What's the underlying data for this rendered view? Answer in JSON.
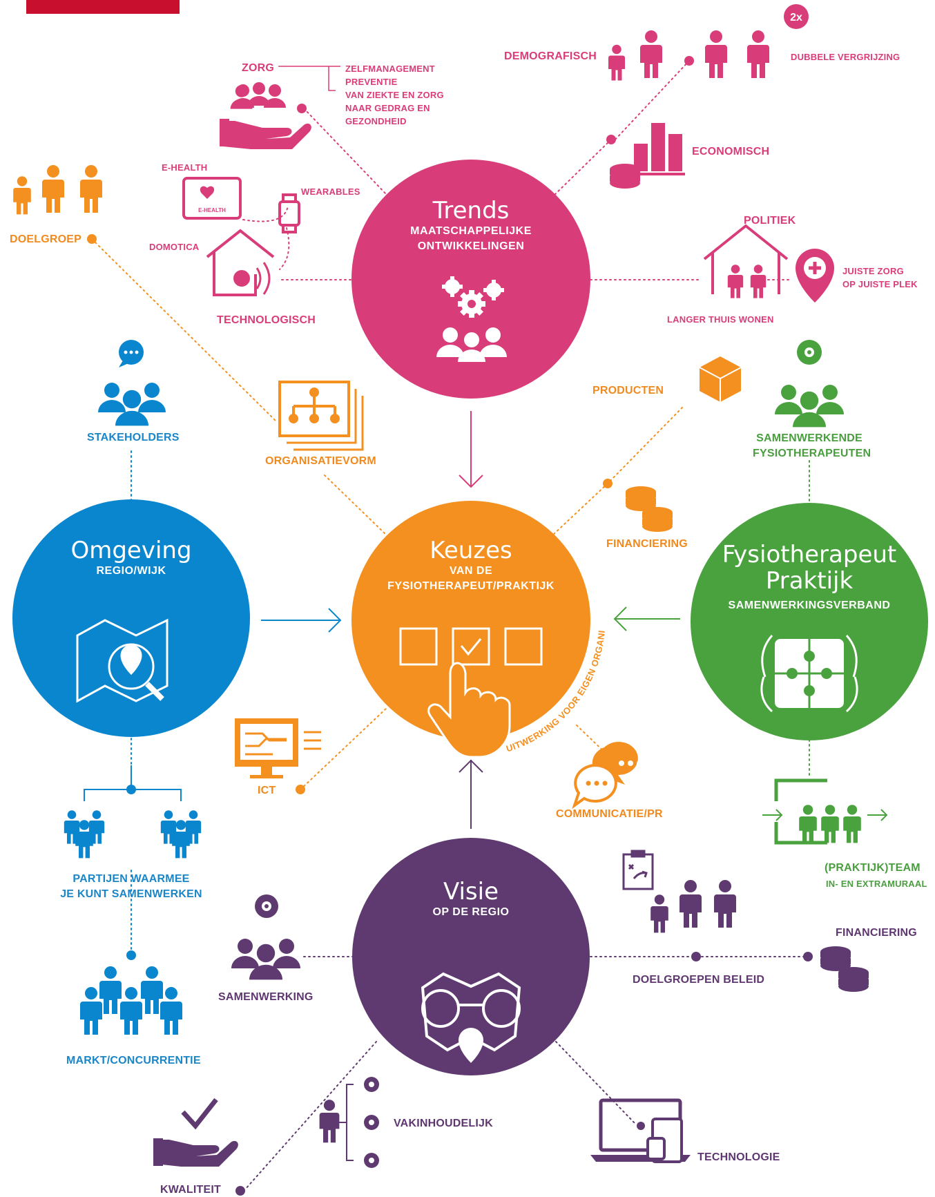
{
  "circles": {
    "trends": {
      "title": "Trends",
      "subtitle": [
        "MAATSCHAPPELIJKE",
        "ONTWIKKELINGEN"
      ],
      "color": "#d93d79"
    },
    "keuzes": {
      "title": "Keuzes",
      "subtitle": [
        "VAN DE",
        "FYSIOTHERAPEUT/PRAKTIJK"
      ],
      "color": "#f39020"
    },
    "omgeving": {
      "title": "Omgeving",
      "subtitle": [
        "REGIO/WIJK"
      ],
      "color": "#0a86cf"
    },
    "fysio": {
      "title": [
        "Fysiotherapeut",
        "Praktijk"
      ],
      "subtitle": [
        "SAMENWERKINGSVERBAND"
      ],
      "color": "#4aa23f"
    },
    "visie": {
      "title": "Visie",
      "subtitle": [
        "OP DE REGIO"
      ],
      "color": "#5f3a70"
    }
  },
  "trends_labels": {
    "zorg": "ZORG",
    "zorg_items": [
      "ZELFMANAGEMENT",
      "PREVENTIE",
      "VAN ZIEKTE EN ZORG",
      "NAAR GEDRAG EN",
      "GEZONDHEID"
    ],
    "demografisch": "DEMOGRAFISCH",
    "dubbele": "DUBBELE VERGRIJZING",
    "badge": "2x",
    "economisch": "ECONOMISCH",
    "ehealth": "E-HEALTH",
    "ehealth_screen": "E-HEALTH",
    "wearables": "WEARABLES",
    "domotica": "DOMOTICA",
    "technologisch": "TECHNOLOGISCH",
    "politiek": "POLITIEK",
    "juiste": [
      "JUISTE ZORG",
      "OP JUISTE PLEK"
    ],
    "langer": "LANGER THUIS WONEN"
  },
  "keuzes_labels": {
    "doelgroep": "DOELGROEP",
    "organisatievorm": "ORGANISATIEVORM",
    "producten": "PRODUCTEN",
    "financiering": "FINANCIERING",
    "ict": "ICT",
    "communicatie": "COMMUNICATIE/PR",
    "uitwerking": "UITWERKING VOOR EIGEN ORGANISATIE"
  },
  "omgeving_labels": {
    "stakeholders": "STAKEHOLDERS",
    "partijen": [
      "PARTIJEN WAARMEE",
      "JE KUNT SAMENWERKEN"
    ],
    "markt": "MARKT/CONCURRENTIE"
  },
  "fysio_labels": {
    "samenwerkende": [
      "SAMENWERKENDE",
      "FYSIOTHERAPEUTEN"
    ],
    "team": "(PRAKTIJK)TEAM",
    "team_sub": "IN- EN EXTRAMURAAL"
  },
  "visie_labels": {
    "samenwerking": "SAMENWERKING",
    "financiering": "FINANCIERING",
    "doelgroepen": "DOELGROEPEN BELEID",
    "vakinhoudelijk": "VAKINHOUDELIJK",
    "technologie": "TECHNOLOGIE",
    "kwaliteit": "KWALITEIT"
  }
}
